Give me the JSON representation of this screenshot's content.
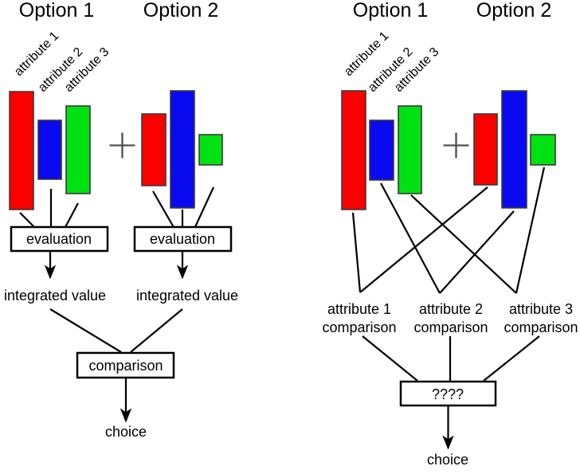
{
  "figure": {
    "left_diagram": {
      "option1_title": "Option 1",
      "option2_title": "Option 2",
      "attribute_labels": [
        "attribute 1",
        "attribute 2",
        "attribute 3"
      ],
      "plus_sign": "+",
      "evaluation_box_option1": "evaluation",
      "evaluation_box_option2": "evaluation",
      "integrated_value_option1": "integrated value",
      "integrated_value_option2": "integrated value",
      "comparison_box": "comparison",
      "choice_label": "choice"
    },
    "right_diagram": {
      "option1_title": "Option 1",
      "option2_title": "Option 2",
      "attribute_labels": [
        "attribute 1",
        "attribute 2",
        "attribute 3"
      ],
      "plus_sign": "+",
      "comparison_labels": [
        {
          "line1": "attribute 1",
          "line2": "comparison"
        },
        {
          "line1": "attribute 2",
          "line2": "comparison"
        },
        {
          "line1": "attribute 3",
          "line2": "comparison"
        }
      ],
      "integration_box": "????",
      "choice_label": "choice"
    },
    "colors": {
      "attribute1_bar": "#fa0000",
      "attribute2_bar": "#0a0af0",
      "attribute3_bar": "#00e112",
      "plus_sign": "#4f4f4f"
    }
  }
}
